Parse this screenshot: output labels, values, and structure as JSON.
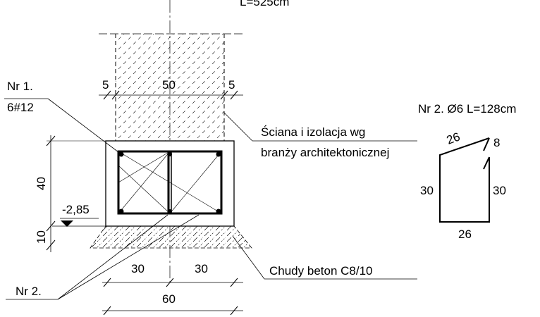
{
  "top_length_label": "L=525cm",
  "wall_dims": {
    "left": "5",
    "middle": "50",
    "right": "5"
  },
  "label_nr1": {
    "line1": "Nr 1.",
    "line2": "6#12"
  },
  "label_wall": {
    "line1": "Ściana i izolacja wg",
    "line2": "branży architektonicznej"
  },
  "vertical_dims": {
    "height_40": "40",
    "height_10": "10"
  },
  "level_mark": "-2,85",
  "bottom_dims": {
    "left": "30",
    "right": "30",
    "total": "60"
  },
  "label_lean_concrete": "Chudy beton C8/10",
  "label_nr2": "Nr 2.",
  "stirrup_detail": {
    "title": "Nr 2. Ø6 L=128cm",
    "top": "26",
    "hook": "8",
    "left": "30",
    "right": "30",
    "bottom": "26"
  }
}
